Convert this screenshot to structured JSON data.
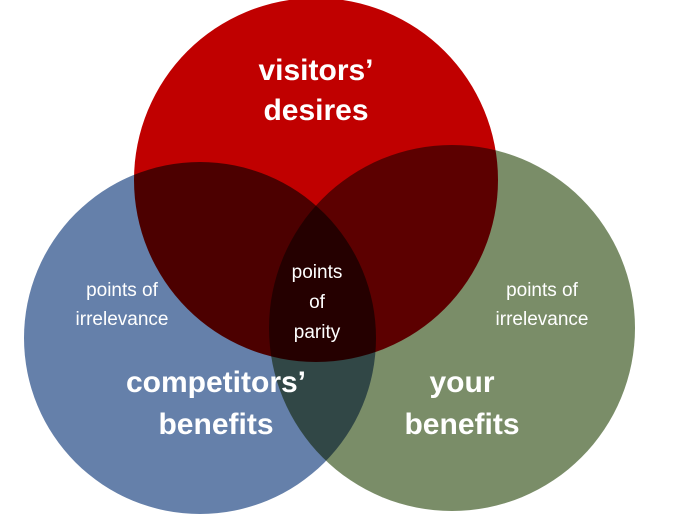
{
  "colors": {
    "visitors_circle": "#C00000",
    "competitors_circle": "#4F6E9E",
    "your_circle": "#5C7446",
    "label_text": "#FFFFFF",
    "background": "#FFFFFF"
  },
  "circles": {
    "visitors": {
      "label_line1": "visitors’",
      "label_line2": "desires"
    },
    "competitors": {
      "label_line1": "competitors’",
      "label_line2": "benefits"
    },
    "yours": {
      "label_line1": "your",
      "label_line2": "benefits"
    }
  },
  "regions": {
    "left_irrelevance": {
      "line1": "points of",
      "line2": "irrelevance"
    },
    "right_irrelevance": {
      "line1": "points of",
      "line2": "irrelevance"
    },
    "parity": {
      "line1": "points",
      "line2": "of",
      "line3": "parity"
    }
  }
}
